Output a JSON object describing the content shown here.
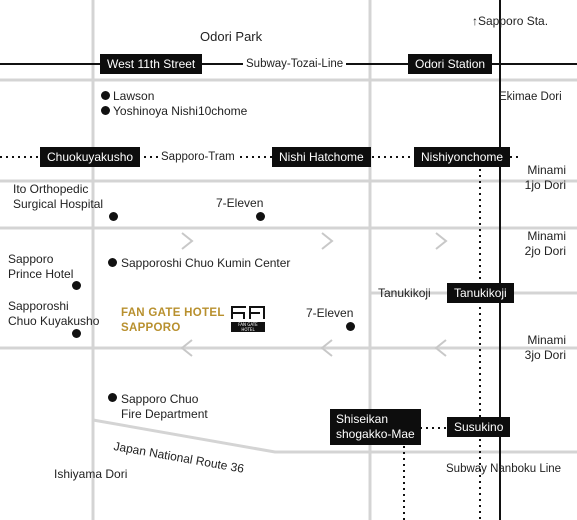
{
  "area_labels": {
    "odori_park": "Odori Park",
    "sapporo_sta": "↑Sapporo Sta.",
    "ekimae_dori": "Ekimae Dori",
    "minami_1jo": "Minami\n1jo Dori",
    "minami_2jo": "Minami\n2jo Dori",
    "minami_3jo": "Minami\n3jo Dori",
    "ishiyama_dori": "Ishiyama Dori",
    "route_36": "Japan National Route 36",
    "subway_nanboku": "Subway Nanboku Line"
  },
  "lines": {
    "subway_tozai": "Subway-Tozai-Line",
    "sapporo_tram": "Sapporo-Tram"
  },
  "stations": {
    "west_11th": "West 11th Street",
    "odori_station": "Odori Station",
    "chuokuyakusho": "Chuokuyakusho",
    "nishi_hatchome": "Nishi Hatchome",
    "nishiyonchome": "Nishiyonchome",
    "tanukikoji_station": "Tanukikoji",
    "shiseikan": "Shiseikan\nshogakko-Mae",
    "susukino": "Susukino"
  },
  "places": {
    "lawson": "Lawson",
    "yoshinoya": "Yoshinoya Nishi10chome",
    "ito_orthopedic": "Ito Orthopedic\nSurgical Hospital",
    "seven_eleven_1": "7-Eleven",
    "sapporo_prince": "Sapporo\nPrince Hotel",
    "kumin_center": "Sapporoshi Chuo Kumin Center",
    "chuo_kuyakusho": "Sapporoshi\nChuo Kuyakusho",
    "seven_eleven_2": "7-Eleven",
    "tanukikoji_street": "Tanukikoji",
    "fire_department": "Sapporo Chuo\nFire Department"
  },
  "hotel": {
    "name": "FAN GATE HOTEL\nSAPPORO",
    "logo_text": "FAN GATE\nHOTEL",
    "color": "#b8902e"
  },
  "colors": {
    "street": "#d4d4d4",
    "rail": "#111111",
    "arrow": "#c8c8c8"
  }
}
